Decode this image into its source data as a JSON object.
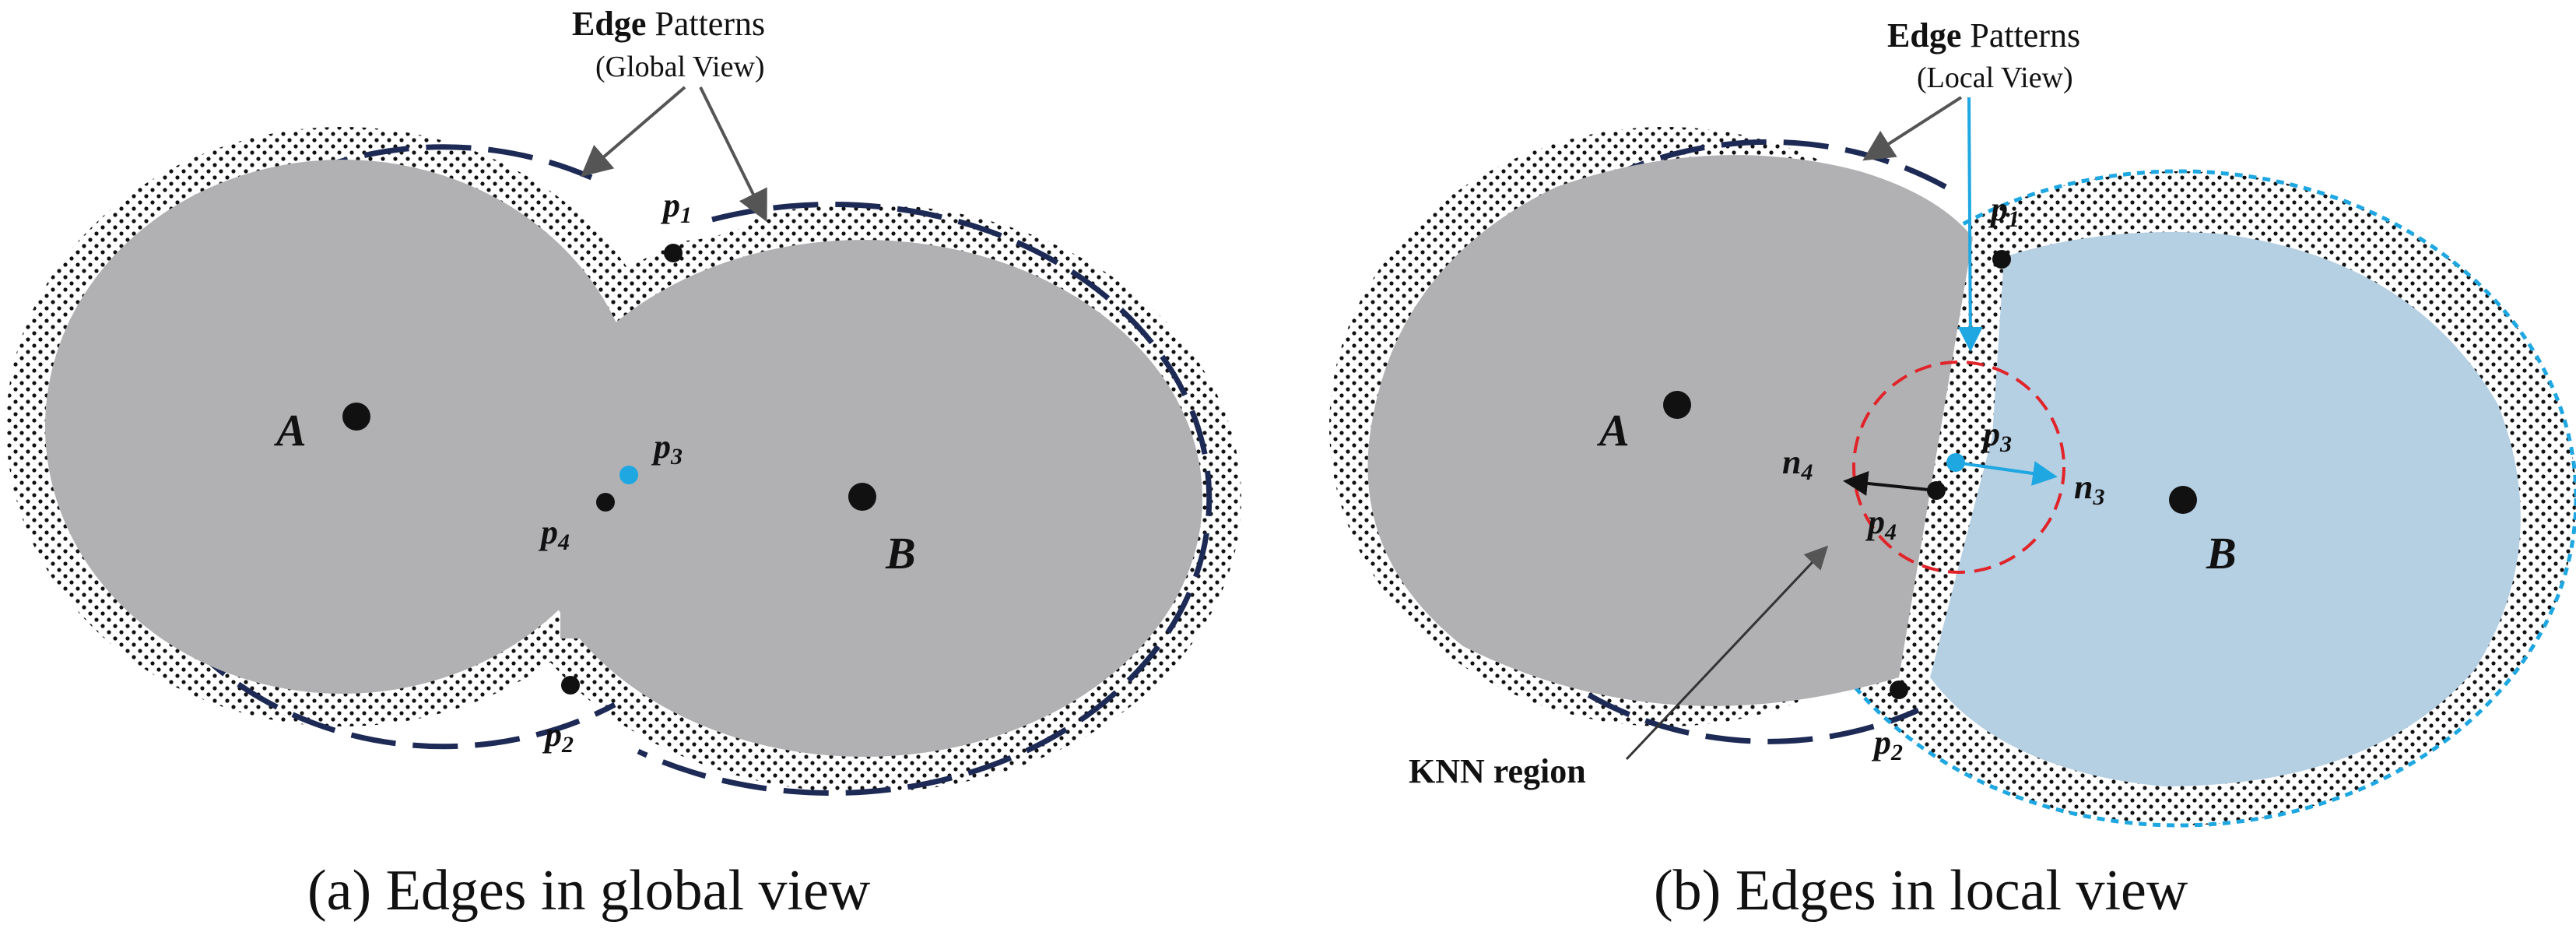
{
  "left_panel": {
    "annotation_bold": "Edge",
    "annotation_rest": " Patterns",
    "annotation_sub": "(Global View)",
    "points": {
      "p1": "p",
      "p1_sub": "1",
      "p2": "p",
      "p2_sub": "2",
      "p3": "p",
      "p3_sub": "3",
      "p4": "p",
      "p4_sub": "4"
    },
    "cluster_a": "A",
    "cluster_b": "B",
    "caption": "(a) Edges in global view"
  },
  "right_panel": {
    "annotation_bold": "Edge",
    "annotation_rest": " Patterns",
    "annotation_sub": "(Local View)",
    "points": {
      "p1": "p",
      "p1_sub": "1",
      "p2": "p",
      "p2_sub": "2",
      "p3": "p",
      "p3_sub": "3",
      "p4": "p",
      "p4_sub": "4"
    },
    "neighbors": {
      "n3": "n",
      "n3_sub": "3",
      "n4": "n",
      "n4_sub": "4"
    },
    "knn_label": "KNN region",
    "cluster_a": "A",
    "cluster_b": "B",
    "caption": "(b) Edges in local view"
  },
  "colors": {
    "cluster_gray": "#b1b1b3",
    "cluster_blue": "#b5cfe3",
    "accent_blue": "#1ea7e1",
    "knn_red": "#e0242a",
    "dash_navy": "#1d2a55",
    "arrow_gray": "#555555"
  }
}
